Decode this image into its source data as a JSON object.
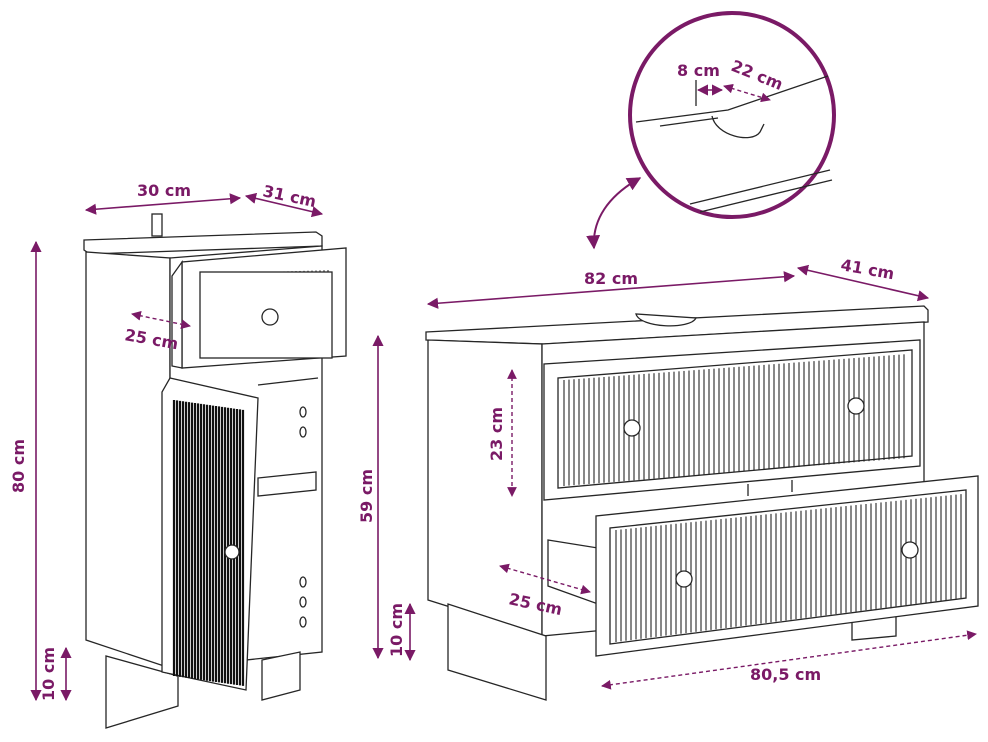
{
  "labels": {
    "cab_width": "30 cm",
    "cab_depth": "31 cm",
    "cab_height": "80 cm",
    "cab_drawer_depth": "25 cm",
    "cab_leg": "10 cm",
    "vanity_width": "82 cm",
    "vanity_depth": "41 cm",
    "vanity_height": "59 cm",
    "vanity_drawer_height": "23 cm",
    "vanity_drawer_depth": "25 cm",
    "vanity_leg": "10 cm",
    "vanity_drawer_width": "80,5 cm",
    "cutout_small": "8 cm",
    "cutout_large": "22 cm"
  },
  "colors": {
    "dimension": "#7a1a66",
    "outline": "#262626"
  }
}
